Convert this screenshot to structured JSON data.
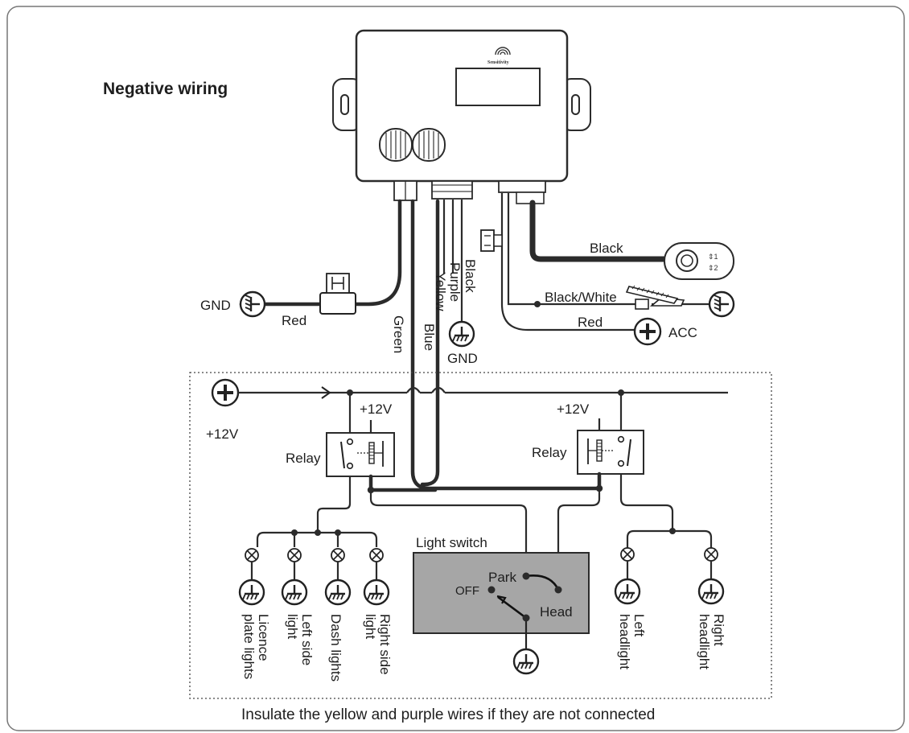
{
  "title": "Negative wiring",
  "caption": "Insulate the yellow and purple wires if they are not connected",
  "module": {
    "brand": "Sensitivity"
  },
  "wires": {
    "red_top": "Red",
    "green": "Green",
    "blue": "Blue",
    "yellow": "Yellow",
    "purple": "Purple",
    "black_mid": "Black",
    "black_sensor": "Black",
    "black_white": "Black/White",
    "red_acc": "Red"
  },
  "terminals": {
    "gnd_left": "GND",
    "gnd_mid": "GND",
    "acc": "ACC",
    "plus12v_left": "+12V",
    "plus12v_relay_left": "+12V",
    "plus12v_relay_right": "+12V"
  },
  "relays": {
    "left": "Relay",
    "right": "Relay"
  },
  "light_switch": {
    "title": "Light switch",
    "park": "Park",
    "off": "OFF",
    "head": "Head"
  },
  "loads": {
    "licence_line1": "Licence",
    "licence_line2": "plate lights",
    "left_side_line1": "Left side",
    "left_side_line2": "light",
    "dash": "Dash lights",
    "right_side_line1": "Right side",
    "right_side_line2": "light",
    "left_head_line1": "Left",
    "left_head_line2": "headlight",
    "right_head_line1": "Right",
    "right_head_line2": "headlight"
  },
  "icons": [
    "ground-icon",
    "plus-terminal-icon",
    "lamp-icon",
    "fuse-icon",
    "light-sensor-icon",
    "brake-pedal-icon"
  ]
}
